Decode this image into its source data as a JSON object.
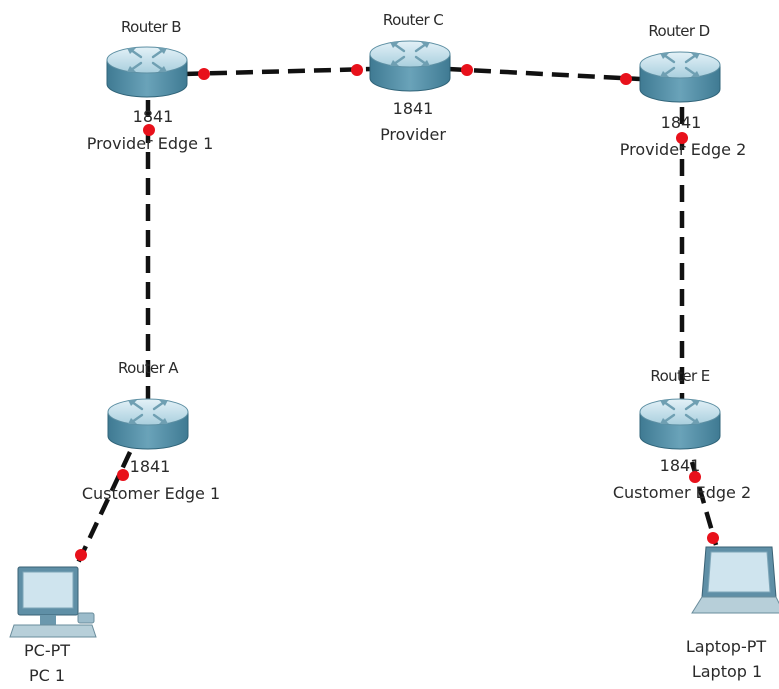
{
  "colors": {
    "link": "#111111",
    "port": "#e8111b",
    "router_body": "#5e96ad",
    "router_top": "#b9d9e6",
    "text": "#2b2b2b"
  },
  "devices": {
    "router_b": {
      "name": "Router B",
      "model": "1841",
      "label": "Provider Edge 1",
      "icon": "router-icon"
    },
    "router_c": {
      "name": "Router C",
      "model": "1841",
      "label": "Provider",
      "icon": "router-icon"
    },
    "router_d": {
      "name": "Router D",
      "model": "1841",
      "label": "Provider Edge 2",
      "icon": "router-icon"
    },
    "router_a": {
      "name": "Router A",
      "model": "1841",
      "label": "Customer Edge 1",
      "icon": "router-icon"
    },
    "router_e": {
      "name": "Router E",
      "model": "1841",
      "label": "Customer Edge 2",
      "icon": "router-icon"
    },
    "pc1": {
      "model": "PC-PT",
      "label": "PC 1",
      "icon": "pc-icon"
    },
    "laptop1": {
      "model": "Laptop-PT",
      "label": "Laptop 1",
      "icon": "laptop-icon"
    }
  },
  "links": [
    {
      "from": "router_b",
      "to": "router_c",
      "style": "dashed"
    },
    {
      "from": "router_c",
      "to": "router_d",
      "style": "dashed"
    },
    {
      "from": "router_b",
      "to": "router_a",
      "style": "dashed"
    },
    {
      "from": "router_d",
      "to": "router_e",
      "style": "dashed"
    },
    {
      "from": "router_a",
      "to": "pc1",
      "style": "dashed"
    },
    {
      "from": "router_e",
      "to": "laptop1",
      "style": "dashed"
    }
  ]
}
